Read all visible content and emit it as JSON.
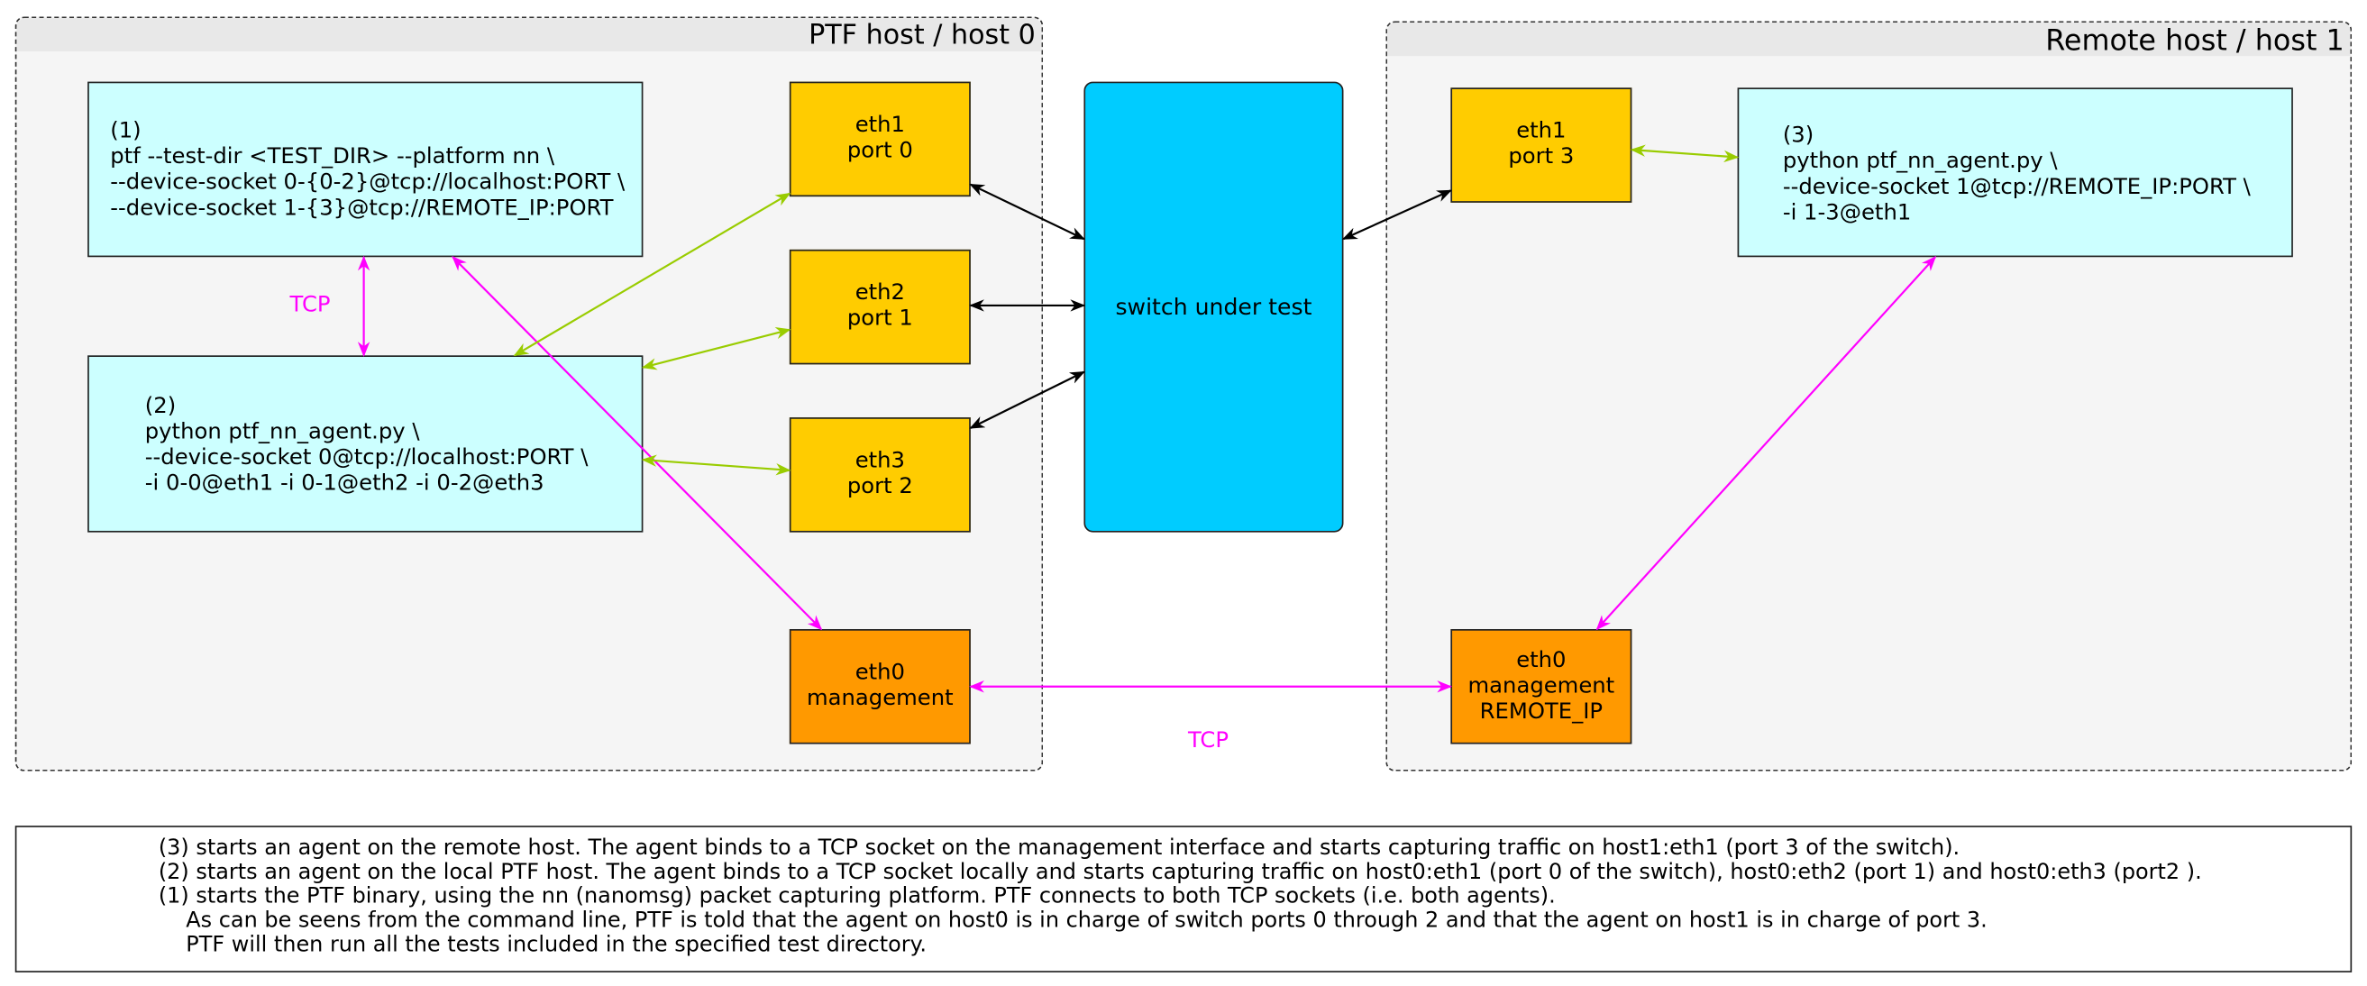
{
  "hosts": {
    "ptf": {
      "title": "PTF host / host 0"
    },
    "remote": {
      "title": "Remote host / host 1"
    }
  },
  "boxes": {
    "cmd1": {
      "lines": [
        "(1)",
        "ptf --test-dir <TEST_DIR> --platform nn \\",
        "--device-socket 0-{0-2}@tcp://localhost:PORT \\",
        "--device-socket 1-{3}@tcp://REMOTE_IP:PORT"
      ]
    },
    "cmd2": {
      "lines": [
        "(2)",
        "python ptf_nn_agent.py \\",
        "--device-socket 0@tcp://localhost:PORT \\",
        "-i 0-0@eth1 -i 0-1@eth2 -i 0-2@eth3"
      ]
    },
    "cmd3": {
      "lines": [
        "(3)",
        "python ptf_nn_agent.py \\",
        "--device-socket 1@tcp://REMOTE_IP:PORT \\",
        "-i 1-3@eth1"
      ]
    },
    "h0_eth1": {
      "line1": "eth1",
      "line2": "port 0"
    },
    "h0_eth2": {
      "line1": "eth2",
      "line2": "port 1"
    },
    "h0_eth3": {
      "line1": "eth3",
      "line2": "port 2"
    },
    "h0_eth0": {
      "line1": "eth0",
      "line2": "management"
    },
    "h1_eth1": {
      "line1": "eth1",
      "line2": "port 3"
    },
    "h1_eth0": {
      "line1": "eth0",
      "line2": "management",
      "line3": "REMOTE_IP"
    },
    "switch": {
      "label": "switch under test"
    }
  },
  "tcp_labels": {
    "local": "TCP",
    "mgmt": "TCP"
  },
  "colors": {
    "tcp": "#ff00ff",
    "data_link": "#99cc00",
    "switch_link": "#000000"
  },
  "notes": [
    "(3) starts an agent on the remote host. The agent binds to a TCP socket on the management interface and starts capturing traffic on host1:eth1 (port 3 of the switch).",
    "(2) starts an agent on the local PTF host. The agent binds to a TCP socket locally and starts capturing traffic on host0:eth1 (port 0 of the switch), host0:eth2 (port 1) and host0:eth3 (port2 ).",
    "(1) starts the PTF binary, using the nn (nanomsg) packet capturing platform. PTF connects to both TCP sockets (i.e. both agents).",
    "    As can be seens from the command line, PTF is told that the agent on host0 is in charge of switch ports 0 through 2 and that the agent on host1 is in charge of port 3.",
    "    PTF will then run all the tests included in the specified test directory."
  ]
}
